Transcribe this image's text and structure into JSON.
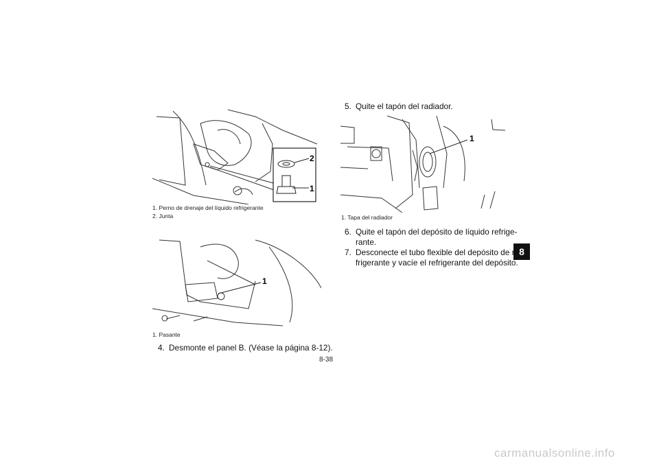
{
  "figures": {
    "drain": {
      "callouts": [
        "2",
        "1"
      ],
      "captions": [
        "1.  Perno de drenaje del líquido refrigerante",
        "2.  Junta"
      ]
    },
    "grommet": {
      "callouts": [
        "1"
      ],
      "captions": [
        "1.  Pasante"
      ]
    },
    "radiator": {
      "callouts": [
        "1"
      ],
      "captions": [
        "1.  Tapa del radiador"
      ]
    }
  },
  "steps": {
    "s4": {
      "num": "4.",
      "text": "Desmonte el panel B. (Véase la página 8-12)."
    },
    "s5": {
      "num": "5.",
      "text": "Quite el tapón del radiador."
    },
    "s6": {
      "num": "6.",
      "line1": "Quite el tapón del depósito de líquido refrige-",
      "line2": "rante."
    },
    "s7": {
      "num": "7.",
      "line1": "Desconecte el tubo flexible del depósito de re-",
      "line2": "frigerante y vacíe el refrigerante del depósito."
    }
  },
  "section_tab": "8",
  "page_number": "8-38",
  "watermark": "carmanualsonline.info"
}
